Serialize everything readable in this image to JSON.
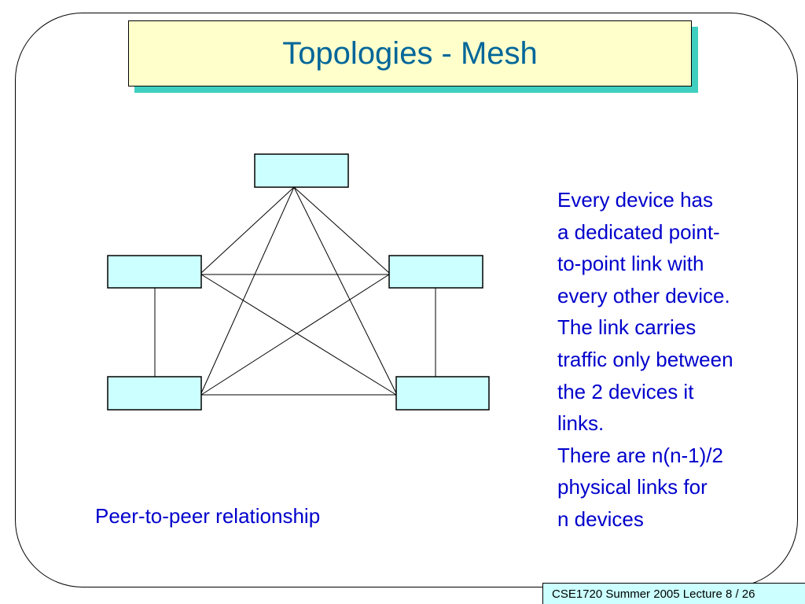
{
  "slide": {
    "title": "Topologies - Mesh",
    "description": "Every device has\na dedicated point-\nto-point link with\nevery other device.\nThe link carries\ntraffic only between\nthe 2 devices it\nlinks.\nThere are n(n-1)/2\nphysical links for\nn devices",
    "caption": "Peer-to-peer relationship",
    "footer": "CSE1720 Summer 2005 Lecture 8  / 26"
  },
  "diagram": {
    "nodes": [
      "top",
      "upper-left",
      "upper-right",
      "lower-left",
      "lower-right"
    ],
    "links": [
      [
        "top",
        "upper-left"
      ],
      [
        "top",
        "upper-right"
      ],
      [
        "top",
        "lower-left"
      ],
      [
        "top",
        "lower-right"
      ],
      [
        "upper-left",
        "upper-right"
      ],
      [
        "upper-left",
        "lower-left"
      ],
      [
        "upper-left",
        "lower-right"
      ],
      [
        "upper-right",
        "lower-left"
      ],
      [
        "upper-right",
        "lower-right"
      ],
      [
        "lower-left",
        "lower-right"
      ]
    ]
  },
  "colors": {
    "title_fill": "#ffffcc",
    "title_shadow": "#3fcfc0",
    "title_text": "#006699",
    "node_fill": "#ccffff",
    "body_text": "#0000cc"
  }
}
